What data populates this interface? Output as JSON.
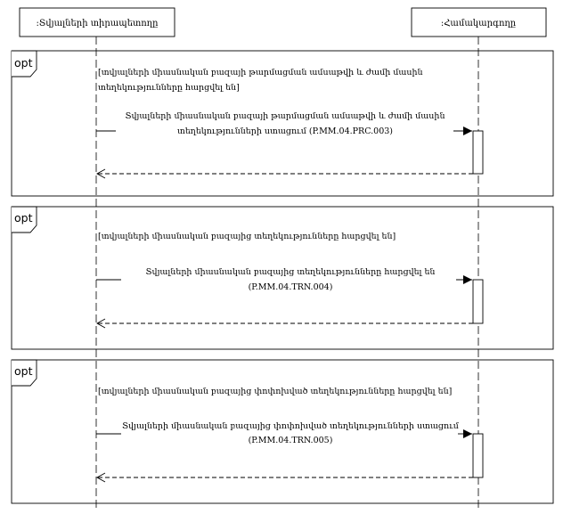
{
  "participants": [
    {
      "name": ":Տվյալների տիրապետողը"
    },
    {
      "name": ":Համակարգողը"
    }
  ],
  "fragments": [
    {
      "operator": "opt",
      "guard_line1": "[տվյալների միասնական բազայի թարմացման ամսաթվի և ժամի մասին",
      "guard_line2": "տեղեկությունները հարցվել են]",
      "message_line1": "Տվյալների միասնական բազայի թարմացման ամսաթվի և ժամի մասին",
      "message_line2": "տեղեկությունների ստացում (P.MM.04.PRC.003)"
    },
    {
      "operator": "opt",
      "guard_line1": "[տվյալների միասնական բազայից տեղեկությունները հարցվել են]",
      "guard_line2": "",
      "message_line1": "Տվյալների միասնական բազայից տեղեկությունները հարցվել են",
      "message_line2": "(P.MM.04.TRN.004)"
    },
    {
      "operator": "opt",
      "guard_line1": "[տվյալների միասնական բազայից փոփոխված տեղեկությունները հարցվել են]",
      "guard_line2": "",
      "message_line1": "Տվյալների միասնական բազայից փոփոխված տեղեկությունների ստացում",
      "message_line2": "(P.MM.04.TRN.005)"
    }
  ]
}
